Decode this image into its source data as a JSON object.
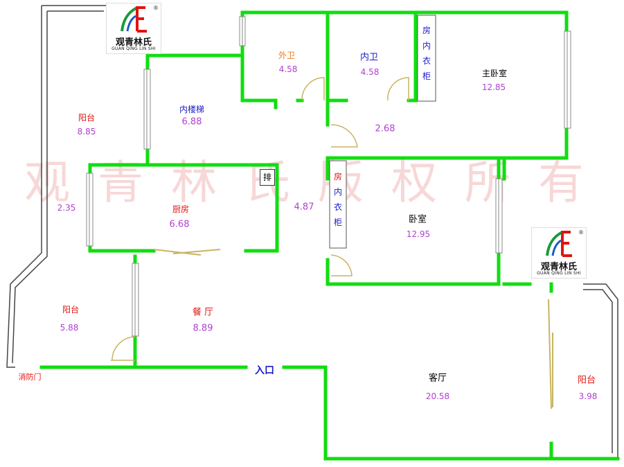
{
  "watermark": "观青林氏版权所有",
  "logo": {
    "name": "观青林氏",
    "sub": "GUAN QING LIN SHI",
    "reg": "®",
    "icon": "leaf-ue-logo-icon"
  },
  "colors": {
    "wall": "#11dd11",
    "outline": "#444444",
    "window": "#888888",
    "door_slide": "#c8b460",
    "red": "#e0140f",
    "blue": "#1a1acc",
    "purple": "#b040d0",
    "orange": "#f0781e"
  },
  "rooms": {
    "balcony_top": {
      "name": "阳台",
      "area": "8.85"
    },
    "balcony_mid_area": "2.35",
    "balcony_low": {
      "name": "阳台",
      "area": "5.88"
    },
    "balcony_right": {
      "name": "阳台",
      "area": "3.98"
    },
    "stair": {
      "name": "内楼梯",
      "area": "6.88"
    },
    "outer_bath": {
      "name": "外卫",
      "area": "4.58"
    },
    "inner_bath": {
      "name": "内卫",
      "area": "4.58"
    },
    "master": {
      "name": "主卧室",
      "area": "12.85"
    },
    "hall_area": "2.68",
    "corridor_area": "4.87",
    "kitchen": {
      "name": "厨房",
      "area": "6.68"
    },
    "bedroom": {
      "name": "卧室",
      "area": "12.95"
    },
    "dining": {
      "name": "餐 厅",
      "area": "8.89"
    },
    "living": {
      "name": "客厅",
      "area": "20.58"
    }
  },
  "closets": {
    "master_closet": [
      "房",
      "内",
      "衣",
      "柜"
    ],
    "bedroom_closet": [
      "房",
      "内",
      "衣",
      "柜"
    ]
  },
  "labels": {
    "exhaust": "排",
    "entrance": "入口",
    "fire_door": "消防门"
  }
}
